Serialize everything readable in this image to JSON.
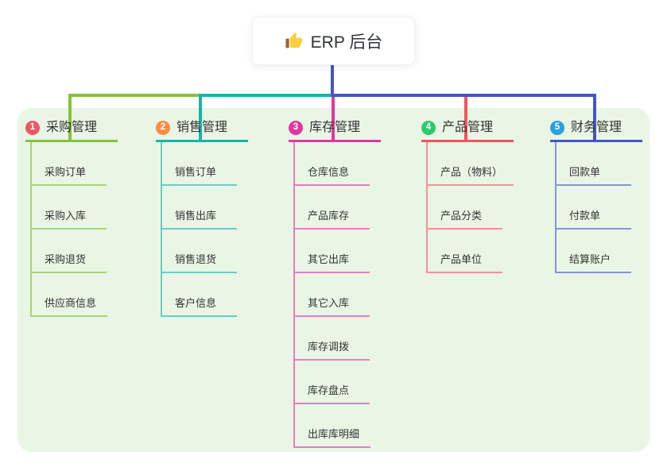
{
  "root": {
    "title": "ERP 后台",
    "icon": "thumbs-up-icon"
  },
  "connector_color": "#4456c6",
  "panel_bg": "#e9f6e5",
  "branches": [
    {
      "num": "1",
      "label": "采购管理",
      "badge_color": "#ee5865",
      "line_color": "#85c23d",
      "light_line_color": "#a8d378",
      "children": [
        "采购订单",
        "采购入库",
        "采购退货",
        "供应商信息"
      ]
    },
    {
      "num": "2",
      "label": "销售管理",
      "badge_color": "#fb8c44",
      "line_color": "#16b5a8",
      "light_line_color": "#67cec4",
      "children": [
        "销售订单",
        "销售出库",
        "销售退货",
        "客户信息"
      ]
    },
    {
      "num": "3",
      "label": "库存管理",
      "badge_color": "#e0379e",
      "line_color": "#e0379e",
      "light_line_color": "#ec7ac1",
      "children": [
        "仓库信息",
        "产品库存",
        "其它出库",
        "其它入库",
        "库存调拨",
        "库存盘点",
        "出库库明细"
      ]
    },
    {
      "num": "4",
      "label": "产品管理",
      "badge_color": "#2fc96f",
      "line_color": "#f4535e",
      "light_line_color": "#f8909a",
      "children": [
        "产品（物料）",
        "产品分类",
        "产品单位"
      ]
    },
    {
      "num": "5",
      "label": "财务管理",
      "badge_color": "#29a0df",
      "line_color": "#4456c6",
      "light_line_color": "#8693da",
      "children": [
        "回款单",
        "付款单",
        "结算账户"
      ]
    }
  ]
}
